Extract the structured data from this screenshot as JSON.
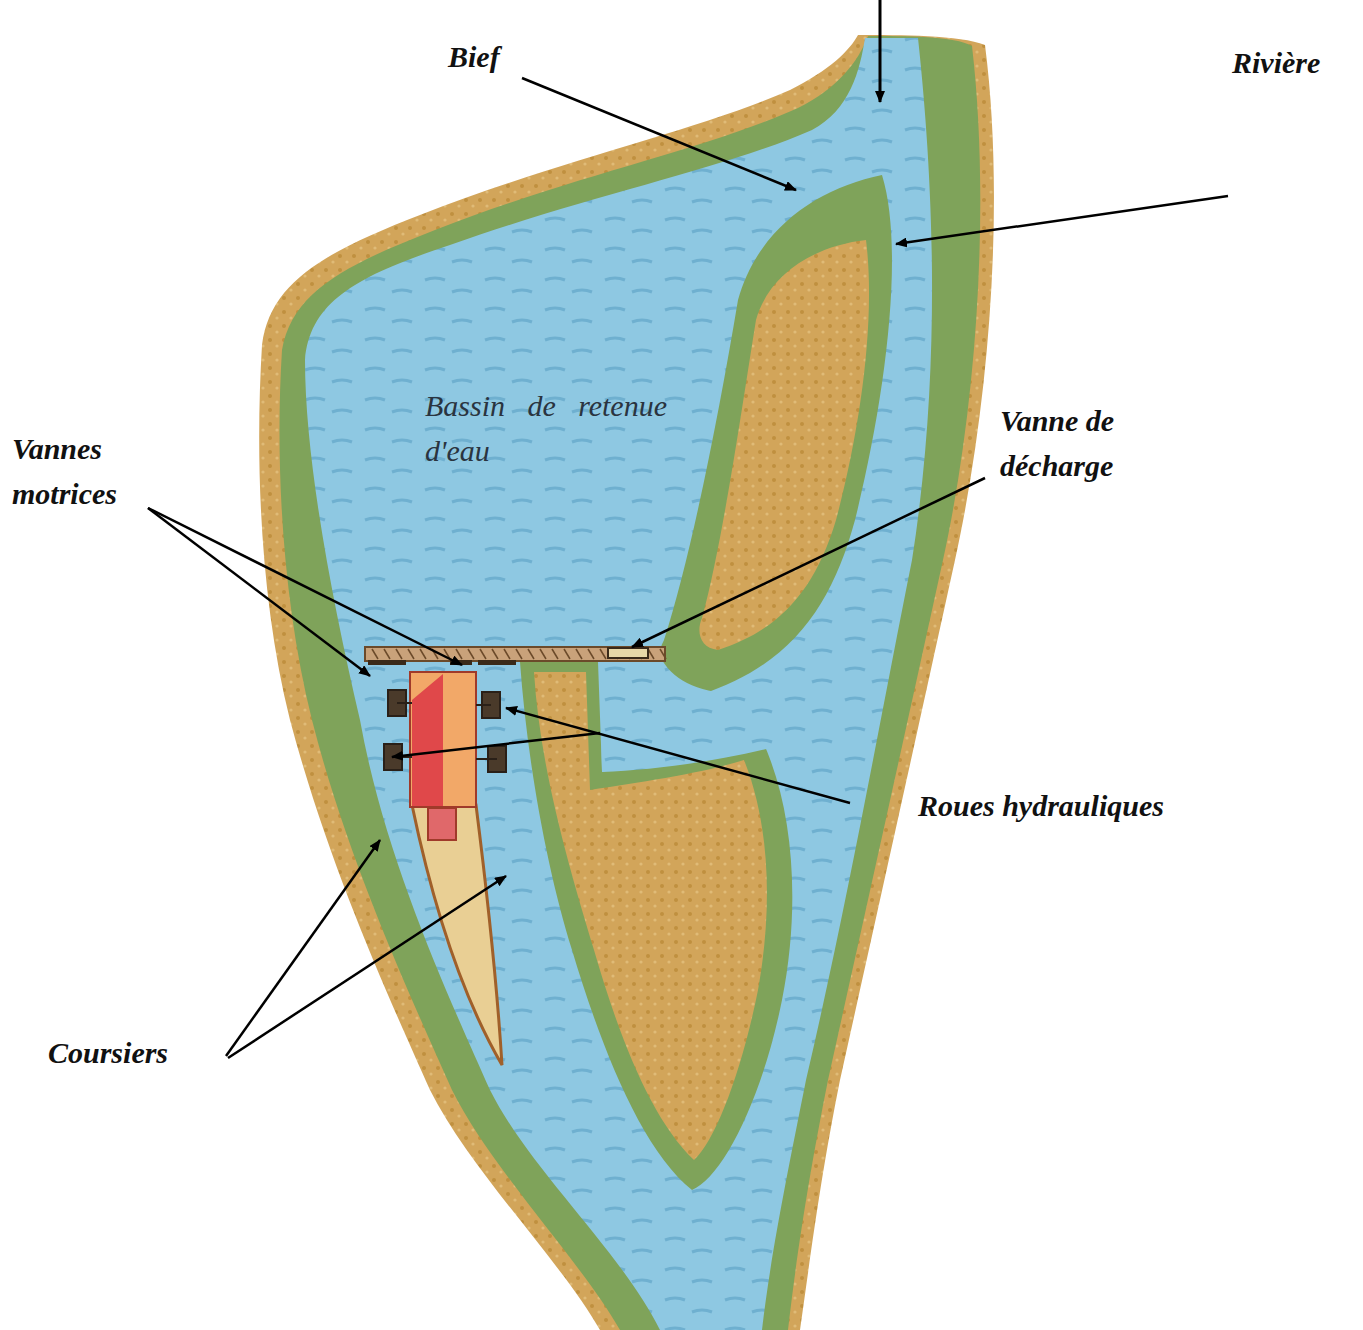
{
  "diagram": {
    "labels": [
      "Bief",
      "Rivière",
      "Bassin de retenue d'eau",
      "Vannes motrices",
      "Vanne de décharge",
      "Roues hydrauliques",
      "Coursiers"
    ]
  }
}
